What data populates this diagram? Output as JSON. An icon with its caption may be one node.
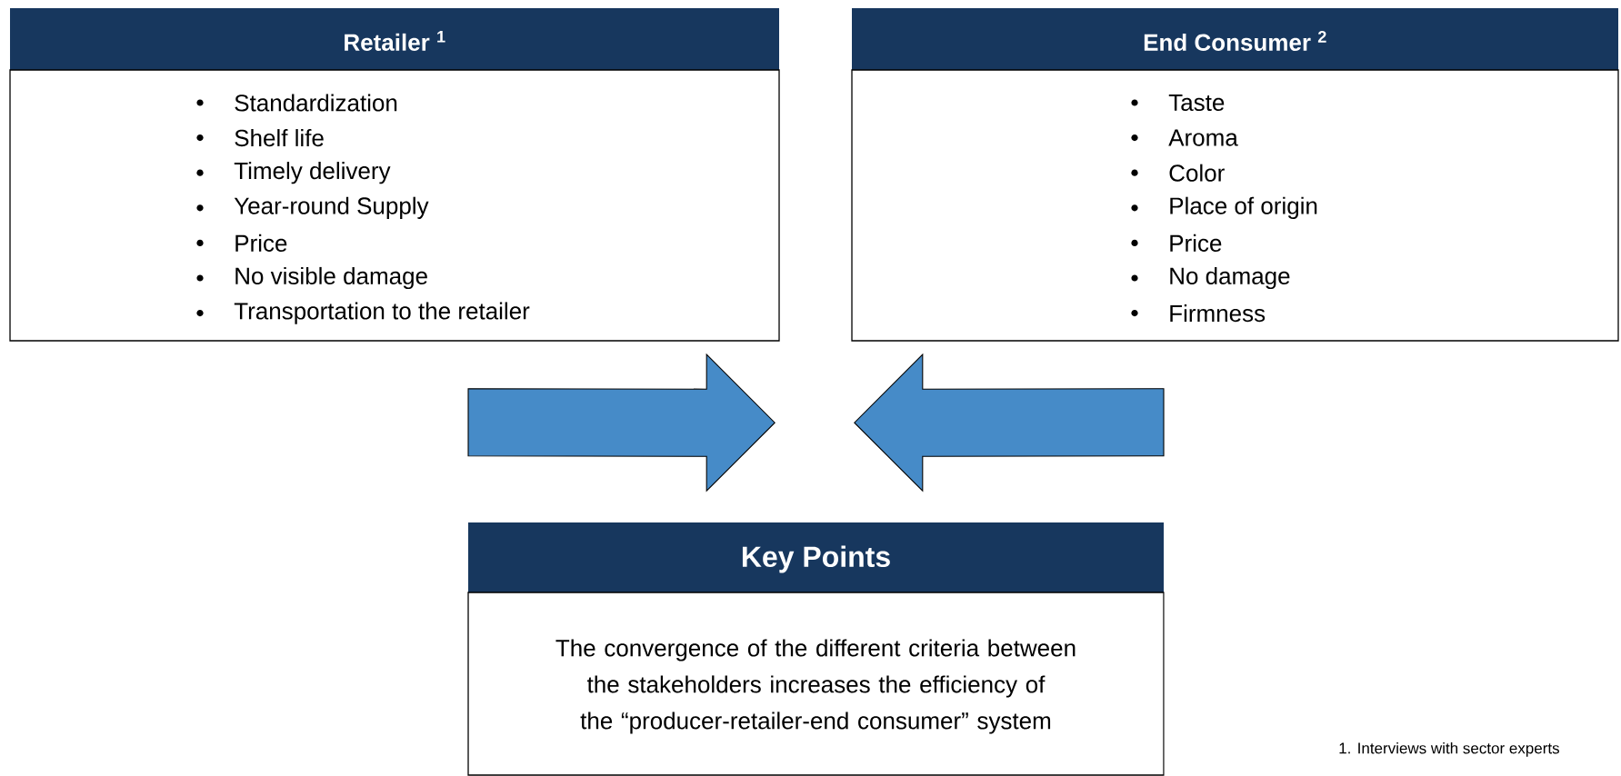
{
  "diagram": {
    "nodes": [
      {
        "text": [
          "Retailer $^{1}$",
          "Standardization",
          "Shelf life",
          "Timely delivery",
          "Year-round Supply",
          "Price",
          "No visible damage",
          "Transportation to the retailer"
        ]
      },
      {
        "text": [
          "End Consumer $^{2}$",
          "Taste",
          "Aroma",
          "Color",
          "Place of origin",
          "Price",
          "No damage",
          "Firmness"
        ]
      },
      {
        "text": [
          "Key Points",
          "The convergence of the different criteria between the stakeholders increases the efficiency of the “producer-retailer-end consumer” system"
        ]
      }
    ],
    "edges": [
      {
        "from": 0,
        "to": 2,
        "arrow": "to"
      },
      {
        "from": 1,
        "to": 2,
        "arrow": "to"
      }
    ],
    "labels": [
      "1. Interviews with sector experts"
    ]
  }
}
